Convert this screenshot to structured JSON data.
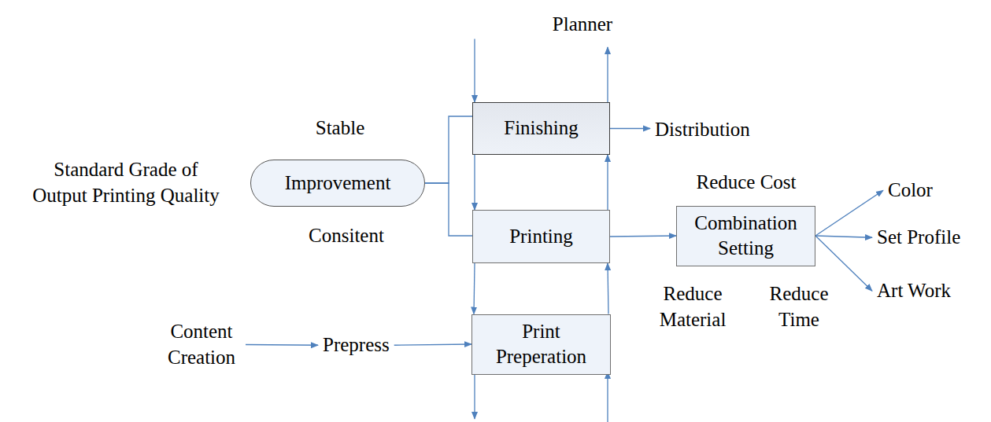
{
  "diagram": {
    "nodes": [
      {
        "text": [
          "Planner"
        ]
      },
      {
        "text": [
          "Finishing"
        ]
      },
      {
        "text": [
          "Distribution"
        ]
      },
      {
        "text": [
          "Improvement"
        ]
      },
      {
        "text": [
          "Printing"
        ]
      },
      {
        "text": [
          "Combination Setting"
        ]
      },
      {
        "text": [
          "Color"
        ]
      },
      {
        "text": [
          "Set Profile"
        ]
      },
      {
        "text": [
          "Art Work"
        ]
      },
      {
        "text": [
          "Content Creation"
        ]
      },
      {
        "text": [
          "Prepress"
        ]
      },
      {
        "text": [
          "Print Preperation"
        ]
      }
    ],
    "edges": [
      {
        "from": 0,
        "to": 1,
        "arrow": "to"
      },
      {
        "from": 1,
        "to": 2,
        "arrow": "to"
      },
      {
        "from": 3,
        "to": 1,
        "arrow": "none"
      },
      {
        "from": 3,
        "to": 4,
        "arrow": "none"
      },
      {
        "from": 4,
        "to": 5,
        "arrow": "to"
      },
      {
        "from": 5,
        "to": 6,
        "arrow": "to"
      },
      {
        "from": 5,
        "to": 7,
        "arrow": "to"
      },
      {
        "from": 5,
        "to": 8,
        "arrow": "to"
      },
      {
        "from": 9,
        "to": 10,
        "arrow": "to"
      },
      {
        "from": 10,
        "to": 11,
        "arrow": "to"
      },
      {
        "from": 1,
        "to": 4,
        "arrow": "to"
      },
      {
        "from": 4,
        "to": 11,
        "arrow": "to"
      },
      {
        "from": 11,
        "to": 4,
        "arrow": "to"
      },
      {
        "from": 4,
        "to": 1,
        "arrow": "to"
      }
    ],
    "labels": [
      "Stable",
      "Standard Grade of Output Printing Quality",
      "Consitent",
      "Reduce Cost",
      "Reduce Material",
      "Reduce Time"
    ]
  }
}
